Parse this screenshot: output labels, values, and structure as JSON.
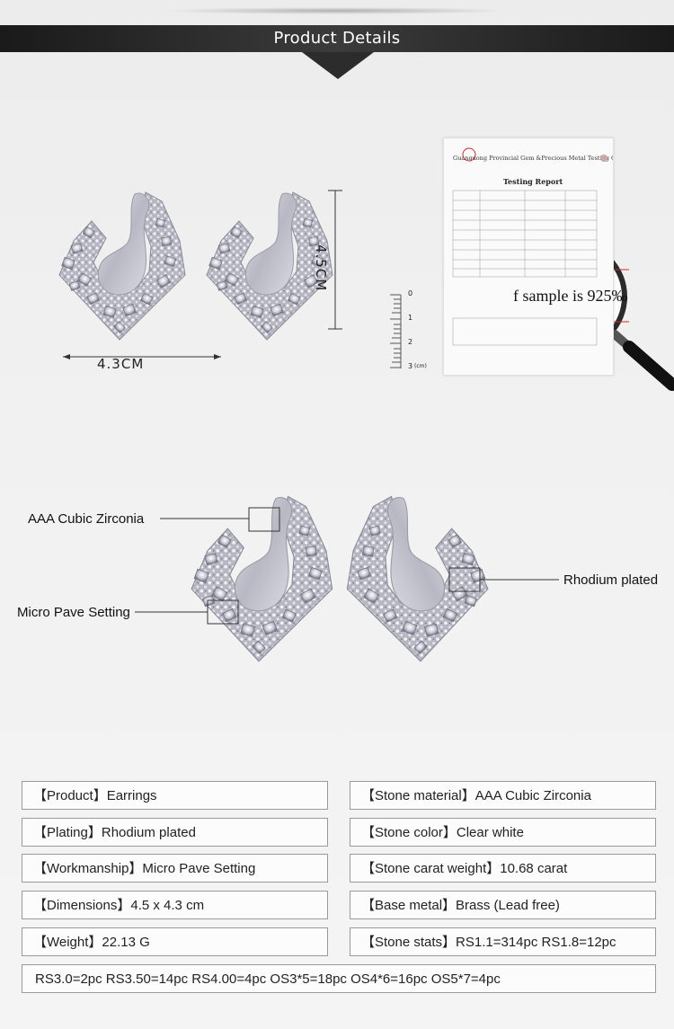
{
  "banner": {
    "title": "Product Details"
  },
  "dimensions": {
    "width_label": "4.3CM",
    "height_label": "4.5CM"
  },
  "ruler": {
    "ticks": [
      "0",
      "1",
      "2",
      "3"
    ],
    "unit": "(cm)"
  },
  "report": {
    "header": "Guangdong Provincial Gem &Precious Metal Testing Center",
    "title": "Testing   Report",
    "magnified_text": "f sample is 925‰"
  },
  "callouts": {
    "stone": "AAA Cubic Zirconia",
    "setting": "Micro Pave Setting",
    "plating": "Rhodium plated"
  },
  "specs": {
    "product": "【Product】Earrings",
    "stone_material": "【Stone material】AAA Cubic Zirconia",
    "plating": "【Plating】Rhodium plated",
    "stone_color": "【Stone color】Clear white",
    "workmanship": "【Workmanship】Micro Pave Setting",
    "stone_carat": "【Stone carat weight】10.68 carat",
    "dimensions": "【Dimensions】4.5 x 4.3 cm",
    "base_metal": "【Base metal】Brass (Lead free)",
    "weight": "【Weight】22.13 G",
    "stone_stats": "【Stone stats】RS1.1=314pc RS1.8=12pc",
    "stone_stats_cont": "RS3.0=2pc RS3.50=14pc RS4.00=4pc OS3*5=18pc OS4*6=16pc OS5*7=4pc"
  },
  "colors": {
    "banner": "#2a2a2a",
    "border": "#9a9a9a",
    "metal": "#c9c9d2"
  }
}
